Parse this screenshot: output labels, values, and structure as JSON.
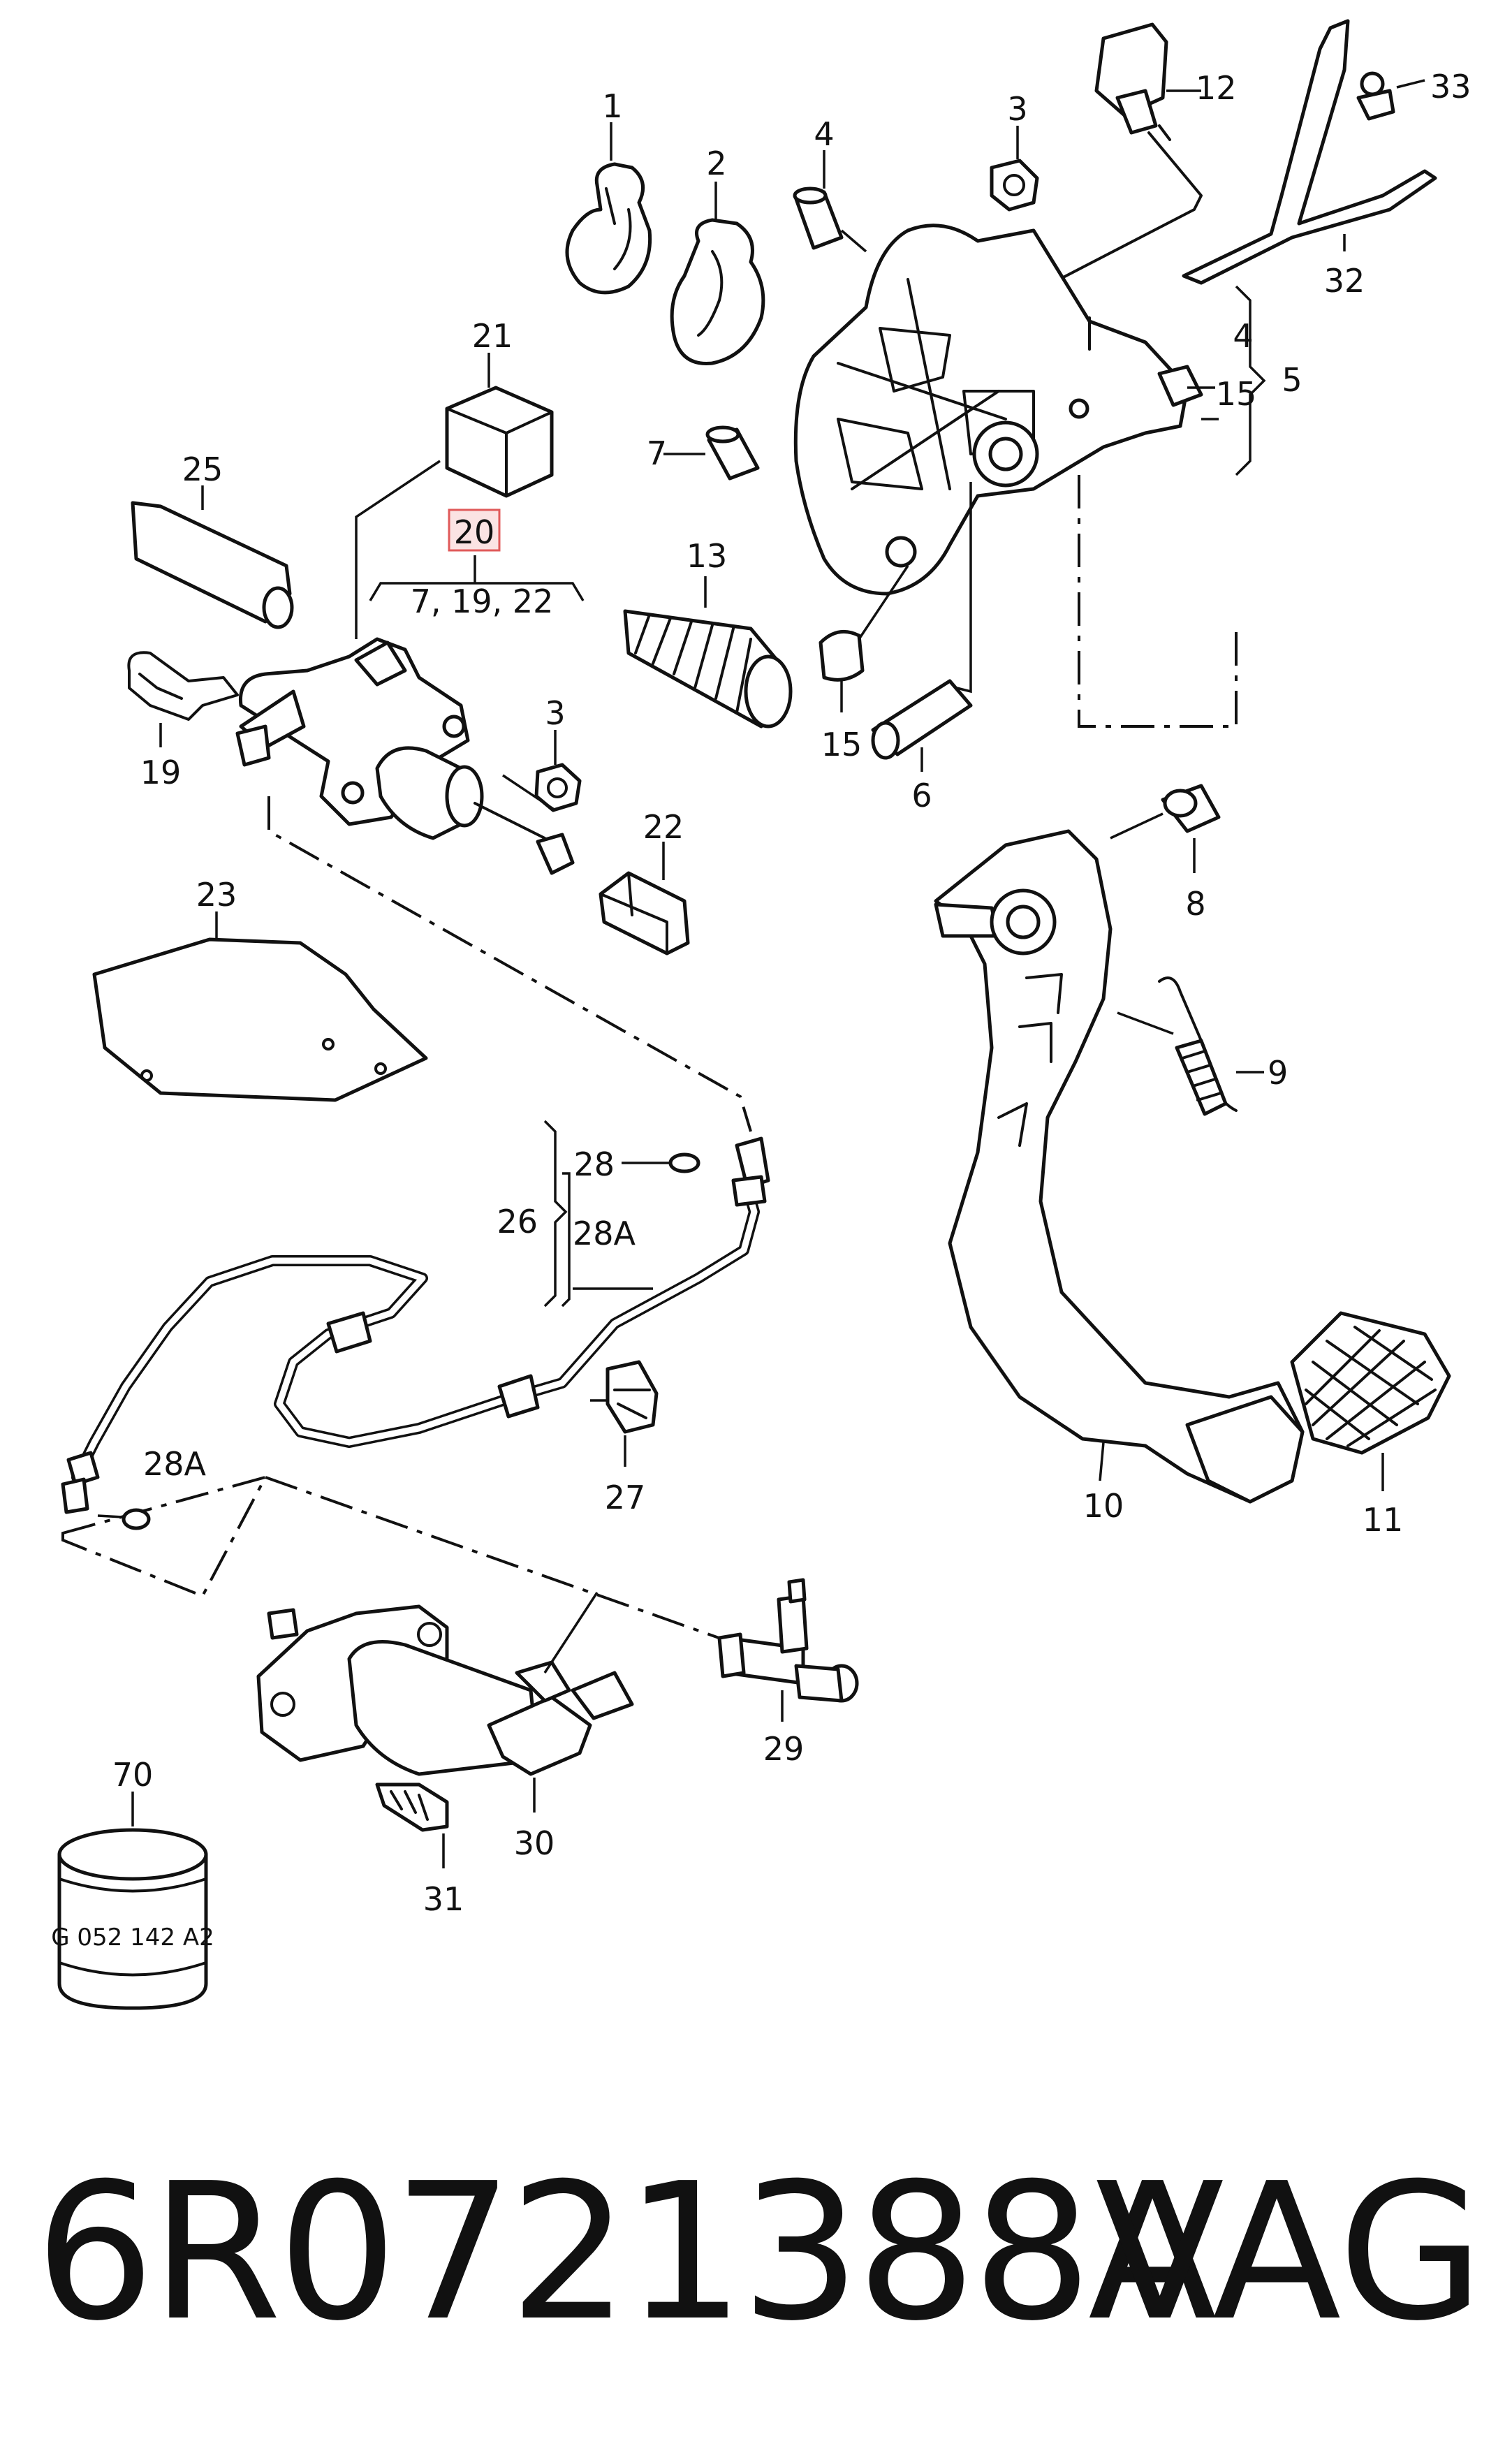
{
  "labels": {
    "p1": "1",
    "p2": "2",
    "p3a": "3",
    "p3b": "3",
    "p4a": "4",
    "p4b": "4",
    "p5": "5",
    "p6": "6",
    "p7": "7",
    "p8": "8",
    "p9": "9",
    "p10": "10",
    "p11": "11",
    "p12": "12",
    "p13": "13",
    "p15a": "15",
    "p15b": "15",
    "p19": "19",
    "p20": "20",
    "p20sub": "7, 19, 22",
    "p21": "21",
    "p22": "22",
    "p23": "23",
    "p25": "25",
    "p26": "26",
    "p27": "27",
    "p28": "28",
    "p28A_a": "28A",
    "p28A_b": "28A",
    "p29": "29",
    "p30": "30",
    "p31": "31",
    "p32": "32",
    "p33": "33",
    "p70": "70"
  },
  "container_text": "G 052 142 A2",
  "footer": {
    "part_number": "6R0721388A",
    "brand": "VAG"
  },
  "colors": {
    "highlight_box": "#e05a5a",
    "highlight_fill": "#fbe3e3",
    "ink": "#111111"
  }
}
